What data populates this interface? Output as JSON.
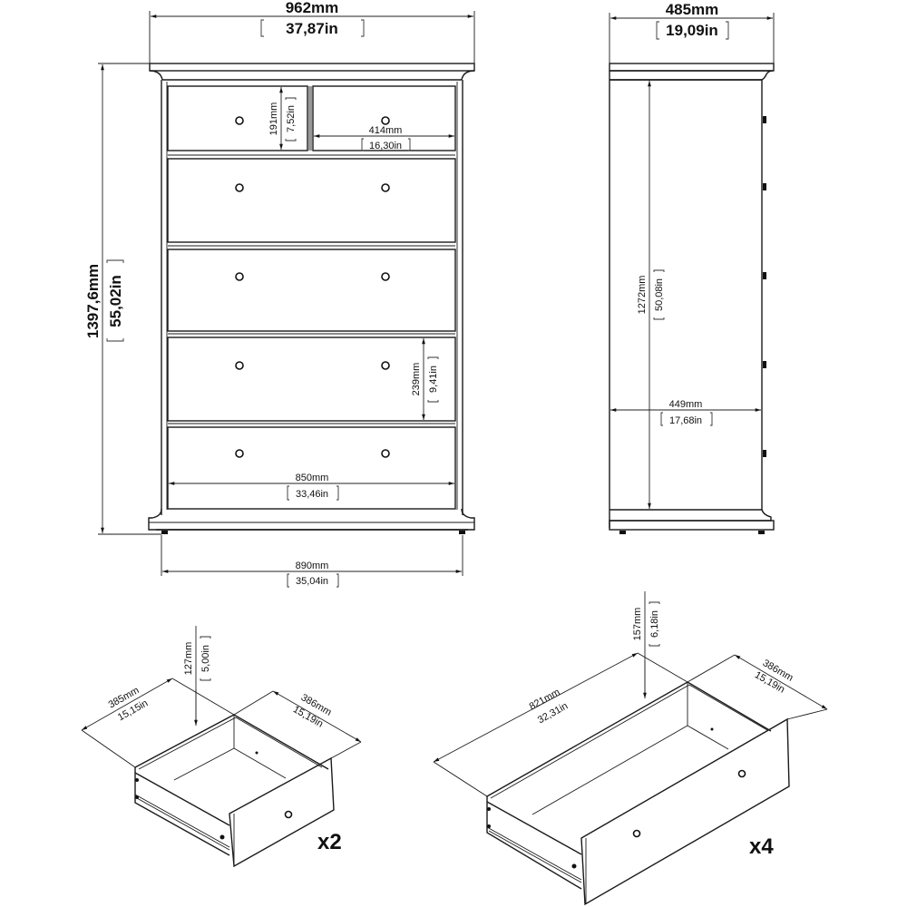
{
  "front_view": {
    "overall_width": {
      "mm": "962mm",
      "in": "37,87in"
    },
    "overall_height": {
      "mm": "1397,6mm",
      "in": "55,02in"
    },
    "base_width": {
      "mm": "890mm",
      "in": "35,04in"
    },
    "inner_width": {
      "mm": "850mm",
      "in": "33,46in"
    },
    "small_drawer_height": {
      "mm": "191mm",
      "in": "7,52in"
    },
    "small_drawer_width": {
      "mm": "414mm",
      "in": "16,30in"
    },
    "large_drawer_height": {
      "mm": "239mm",
      "in": "9,41in"
    }
  },
  "side_view": {
    "overall_depth": {
      "mm": "485mm",
      "in": "19,09in"
    },
    "inner_height": {
      "mm": "1272mm",
      "in": "50,08in"
    },
    "inner_depth": {
      "mm": "449mm",
      "in": "17,68in"
    }
  },
  "small_drawer": {
    "height": {
      "mm": "127mm",
      "in": "5,00in"
    },
    "width": {
      "mm": "385mm",
      "in": "15,15in"
    },
    "depth": {
      "mm": "386mm",
      "in": "15,19in"
    },
    "quantity": "x2"
  },
  "large_drawer": {
    "height": {
      "mm": "157mm",
      "in": "6,18in"
    },
    "width": {
      "mm": "821mm",
      "in": "32,31in"
    },
    "depth": {
      "mm": "386mm",
      "in": "15,19in"
    },
    "quantity": "x4"
  }
}
